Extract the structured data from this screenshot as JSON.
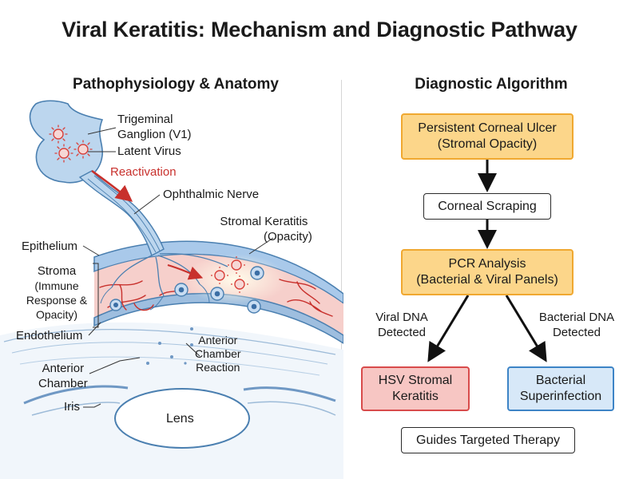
{
  "title": "Viral Keratitis: Mechanism and Diagnostic Pathway",
  "left_panel": {
    "heading": "Pathophysiology & Anatomy",
    "labels": {
      "trigeminal_1": "Trigeminal",
      "trigeminal_2": "Ganglion (V1)",
      "latent_virus": "Latent Virus",
      "reactivation": "Reactivation",
      "ophthalmic_nerve": "Ophthalmic Nerve",
      "stromal_keratitis": "Stromal Keratitis",
      "opacity": "(Opacity)",
      "epithelium": "Epithelium",
      "stroma_1": "Stroma",
      "stroma_2": "(Immune",
      "stroma_3": "Response &",
      "stroma_4": "Opacity)",
      "endothelium": "Endothelium",
      "ac_reaction_1": "Anterior",
      "ac_reaction_2": "Chamber",
      "ac_reaction_3": "Reaction",
      "anterior_chamber_1": "Anterior",
      "anterior_chamber_2": "Chamber",
      "iris": "Iris",
      "lens": "Lens"
    },
    "colors": {
      "nerve": "#bcd6ee",
      "nerve_outline": "#4a7fb0",
      "stroma": "#f6cfcb",
      "vessels": "#c8302c",
      "virus": "#d9413b",
      "reactivation": "#c8302c"
    }
  },
  "right_panel": {
    "heading": "Diagnostic Algorithm",
    "boxes": {
      "ulcer_1": "Persistent Corneal Ulcer",
      "ulcer_2": "(Stromal Opacity)",
      "scraping": "Corneal Scraping",
      "pcr_1": "PCR Analysis",
      "pcr_2": "(Bacterial & Viral Panels)",
      "hsv_1": "HSV Stromal",
      "hsv_2": "Keratitis",
      "bact_1": "Bacterial",
      "bact_2": "Superinfection",
      "therapy": "Guides Targeted Therapy"
    },
    "branches": {
      "viral_1": "Viral DNA",
      "viral_2": "Detected",
      "bacterial_1": "Bacterial DNA",
      "bacterial_2": "Detected"
    },
    "colors": {
      "orange_fill": "#fcd68a",
      "orange_border": "#f0a830",
      "red_fill": "#f7c6c3",
      "red_border": "#d84b4b",
      "blue_fill": "#d7e8f8",
      "blue_border": "#3d84c6"
    }
  }
}
